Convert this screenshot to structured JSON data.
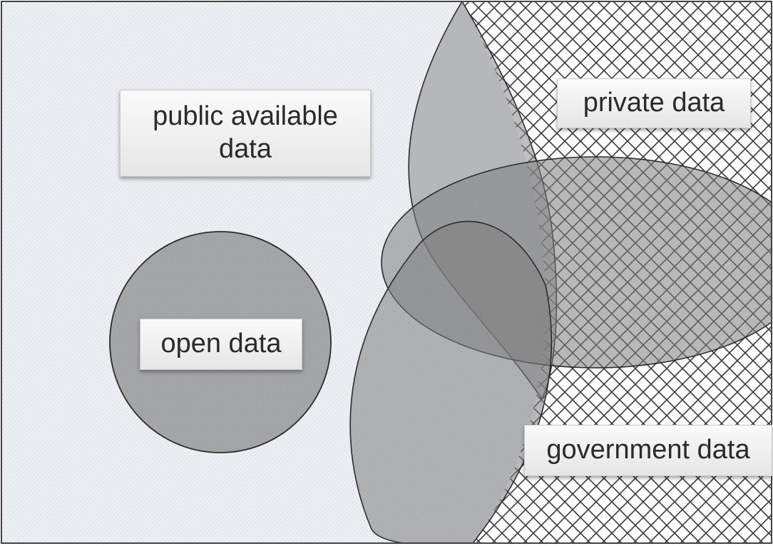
{
  "labels": {
    "public_available": "public available data",
    "private": "private data",
    "open": "open data",
    "government": "government data"
  },
  "colors": {
    "background": "#eceff3",
    "hatch_line": "#3a3a3a",
    "region_fill": "#7a7a7a",
    "outline": "#2b2b2b"
  }
}
